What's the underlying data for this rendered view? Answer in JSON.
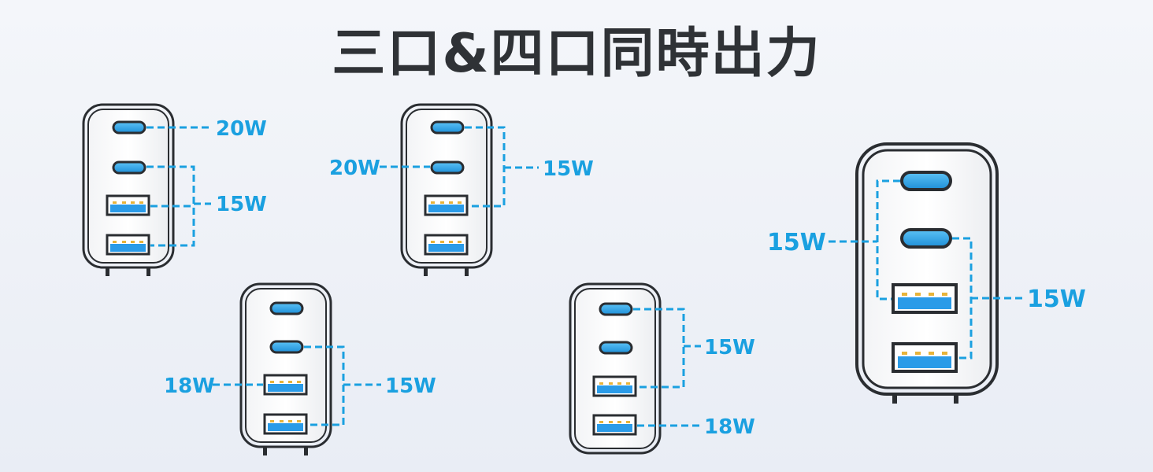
{
  "title": "三口&四口同時出力",
  "colors": {
    "accent": "#1aa0e0",
    "charger_outline": "#2a2d31",
    "port_fill": "#3aa7ee",
    "title": "#2f3236"
  },
  "configs": [
    {
      "labels": [
        "20W",
        "15W"
      ]
    },
    {
      "labels": [
        "20W",
        "15W"
      ]
    },
    {
      "labels": [
        "18W",
        "15W"
      ]
    },
    {
      "labels": [
        "15W",
        "18W"
      ]
    },
    {
      "labels": [
        "15W",
        "15W"
      ]
    }
  ]
}
